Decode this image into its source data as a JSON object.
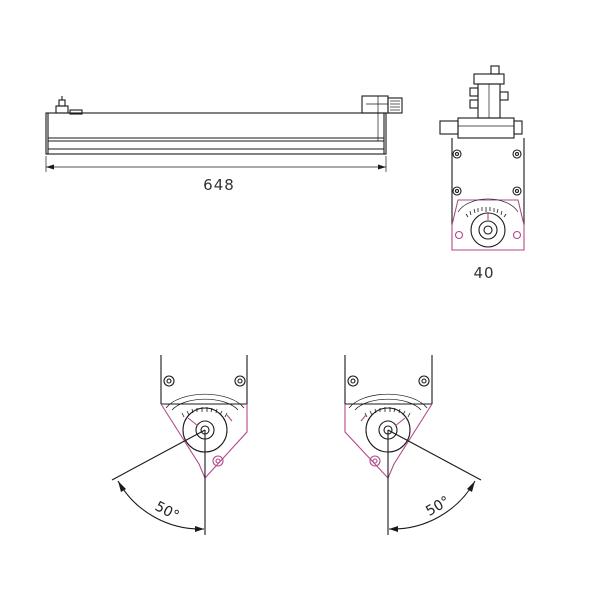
{
  "dimensions": {
    "length_label": "648",
    "width_label": "40"
  },
  "angles": {
    "left_tilt_label": "50°",
    "right_tilt_label": "50°"
  },
  "colors": {
    "outline": "#1a1a1a",
    "rotating_head": "#b24a8a",
    "dimension_text": "#333333"
  }
}
